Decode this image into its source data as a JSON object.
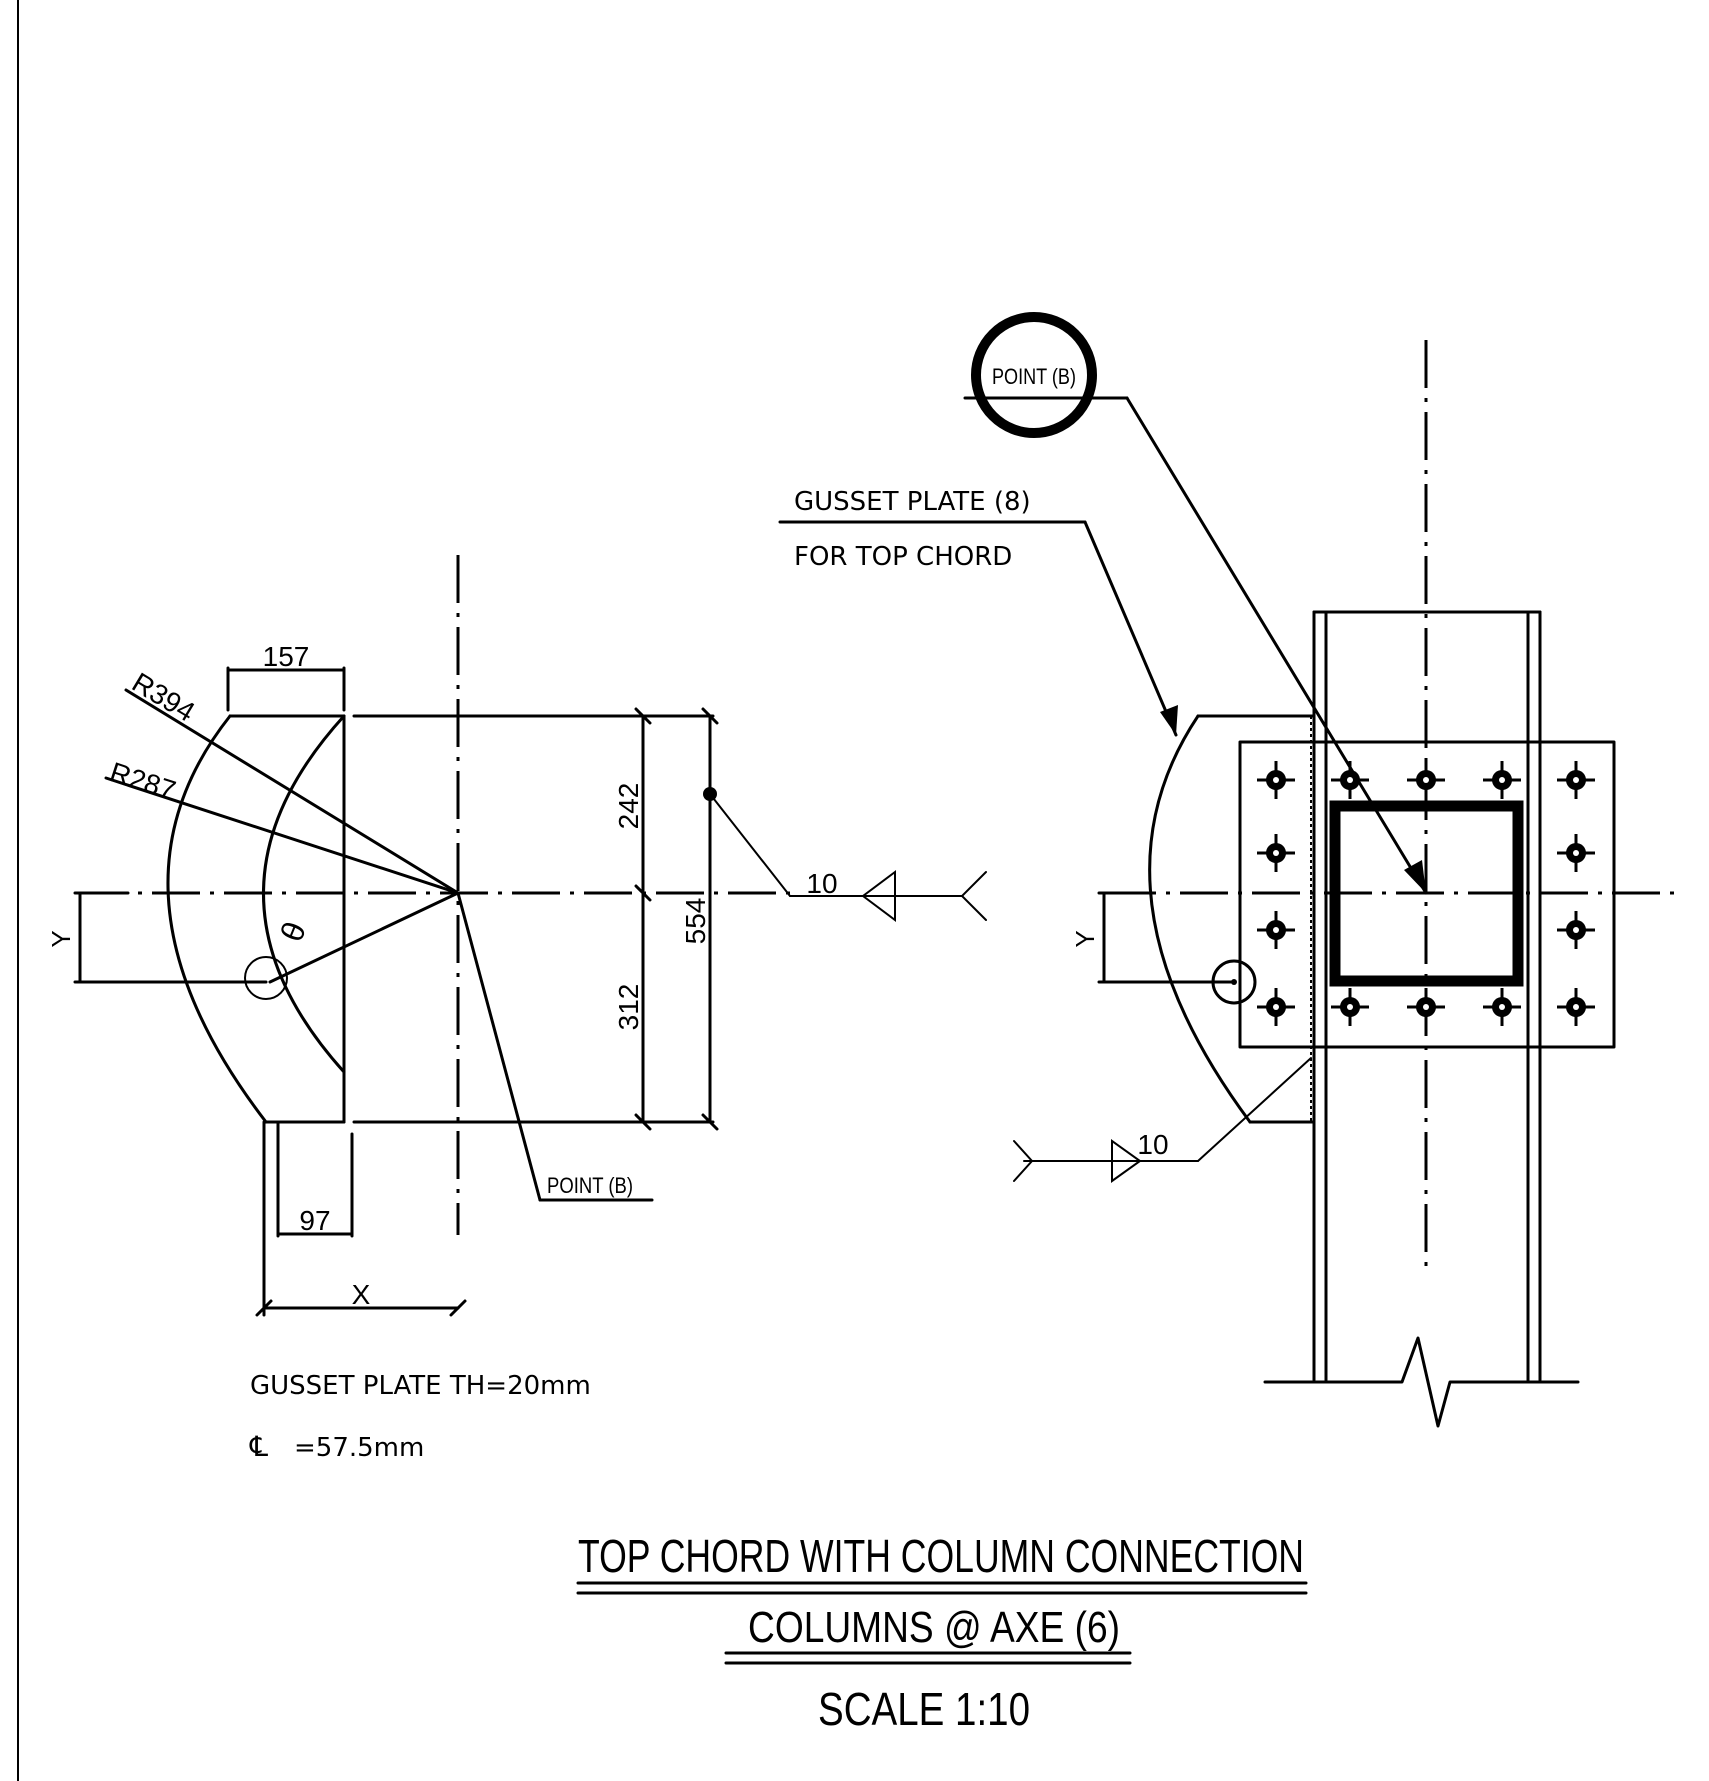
{
  "drawing": {
    "title_line1": "TOP CHORD WITH COLUMN CONNECTION",
    "title_line2": "COLUMNS  @ AXE (6)",
    "title_line3": "SCALE     1:10",
    "dimensions": {
      "width_top": "157",
      "radius_outer": "R394",
      "radius_inner": "R287",
      "theta": "θ",
      "dim_242": "242",
      "dim_312": "312",
      "dim_554": "554",
      "dim_97": "97",
      "dim_x": "X",
      "dim_y_left": "Y",
      "dim_y_right": "Y"
    },
    "welds": {
      "left": "10",
      "right": "10"
    },
    "labels": {
      "point_b_left": "POINT (B)",
      "point_b_bubble": "POINT (B)",
      "gusset_line1": "GUSSET  PLATE  (8)",
      "gusset_line2": "FOR  TOP  CHORD"
    },
    "notes": {
      "plate_thickness": "GUSSET  PLATE  TH=20mm",
      "cl_symbol": "℄",
      "cl_value": "=57.5mm"
    }
  }
}
